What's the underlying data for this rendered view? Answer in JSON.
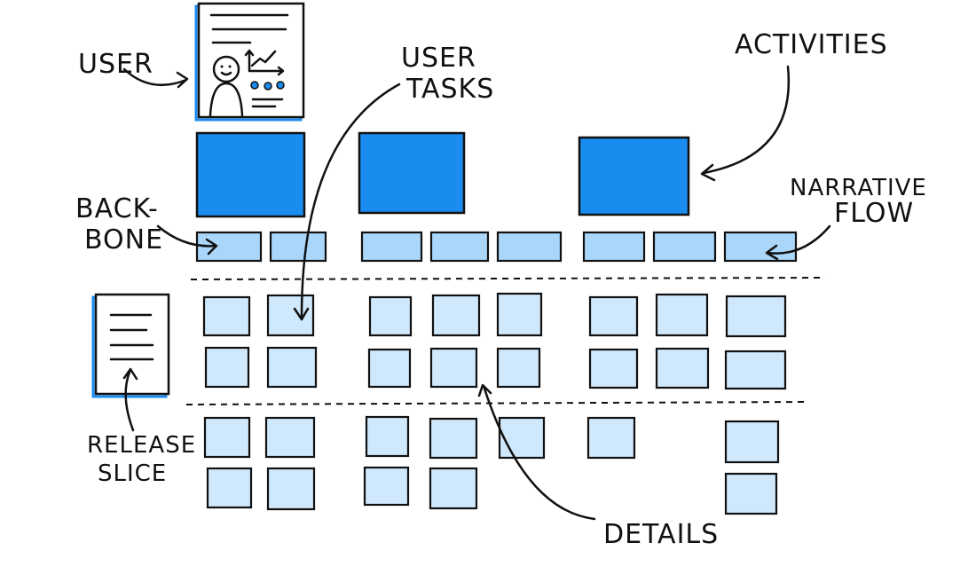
{
  "labels": {
    "user": "USER",
    "user_tasks_1": "USER",
    "user_tasks_2": "TASKS",
    "activities": "ACTIVITIES",
    "backbone_1": "BACK-",
    "backbone_2": "BONE",
    "narrative_1": "NARRATIVE",
    "narrative_2": "FLOW",
    "release_1": "RELEASE",
    "release_2": "SLICE",
    "details": "DETAILS"
  },
  "colors": {
    "activity": "#1a8cf0",
    "task": "#a9d6f9",
    "detail": "#cfe8fc",
    "ink": "#111111"
  }
}
